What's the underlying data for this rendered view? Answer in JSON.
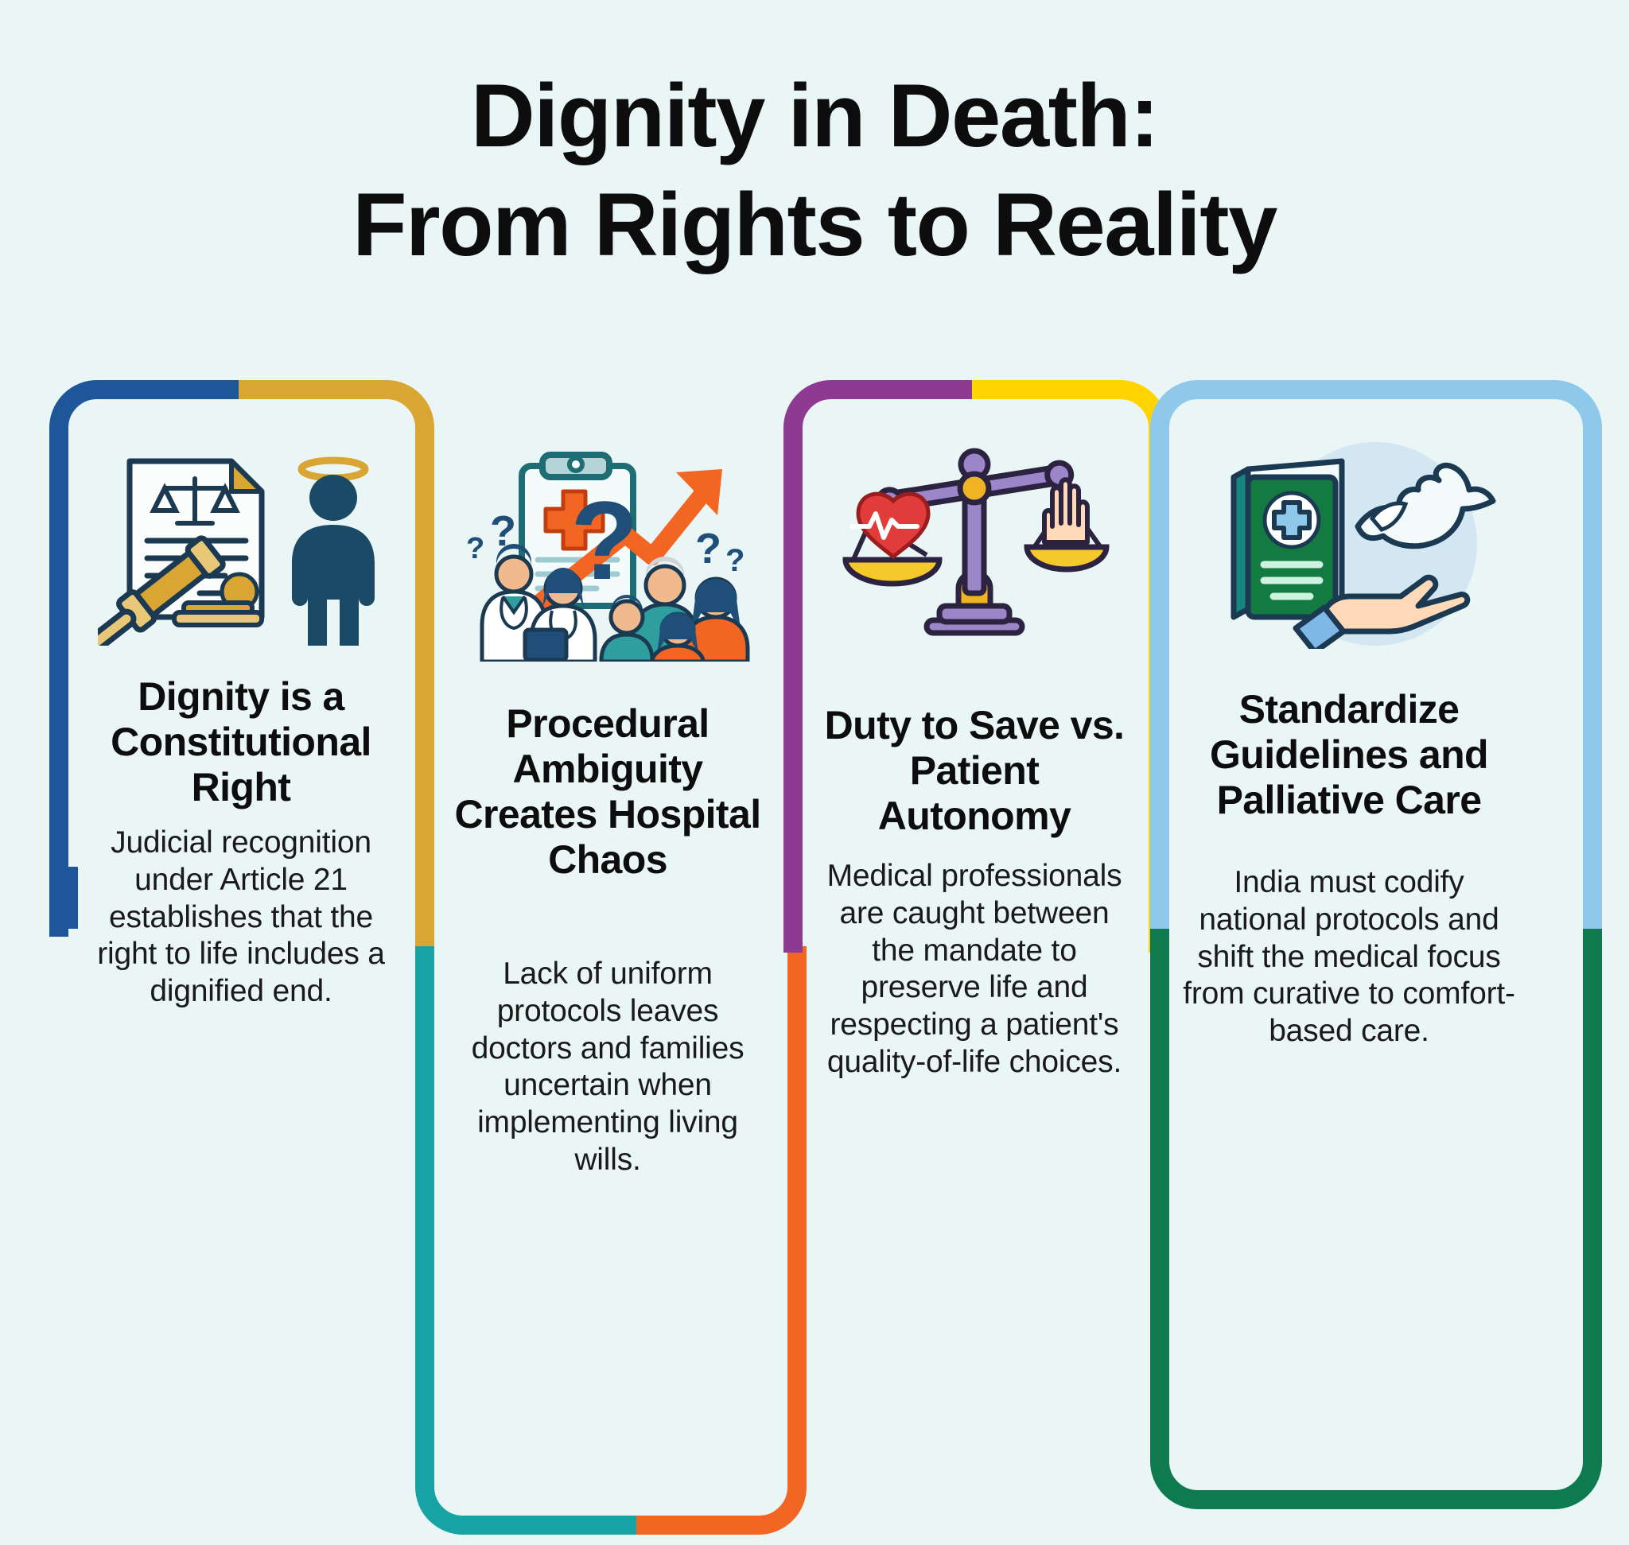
{
  "page": {
    "background_color": "#eaf6f5",
    "title_line_1": "Dignity in Death:",
    "title_line_2": "From Rights to Reality"
  },
  "cards": [
    {
      "id": "constitutional-right",
      "title": "Dignity is a Constitutional Right",
      "body": "Judicial recognition under Article 21 establishes that the right to life includes a dignified end.",
      "icon_name": "legal-document-gavel-person-icon",
      "border_top_color": "#1e5799",
      "border_bottom_color": "#d9a533"
    },
    {
      "id": "procedural-ambiguity",
      "title": "Procedural Ambiguity Creates Hospital Chaos",
      "body": "Lack of uniform protocols leaves doctors and families uncertain when implementing living wills.",
      "icon_name": "clipboard-doctors-family-question-icon",
      "border_top_color": "#d9a533",
      "border_bottom_color": "#17a3a3"
    },
    {
      "id": "duty-vs-autonomy",
      "title": "Duty to Save vs. Patient Autonomy",
      "body": "Medical professionals are caught between the mandate to preserve life and respecting a patient's quality-of-life choices.",
      "icon_name": "balance-scale-heart-hand-icon",
      "border_top_color": "#8e3a92",
      "border_bottom_color": "#f26522"
    },
    {
      "id": "standardize-guidelines",
      "title": "Standardize Guidelines and Palliative Care",
      "body": "India must codify national protocols and shift the medical focus from curative to comfort-based care.",
      "icon_name": "medical-guidebook-dove-hand-icon",
      "border_top_color": "#ffd400",
      "border_bottom_color": "#0f7a4e"
    }
  ],
  "palette": {
    "navy": "#1e5799",
    "gold": "#d9a533",
    "teal": "#17a3a3",
    "purple": "#8e3a92",
    "orange": "#f26522",
    "yellow": "#ffd400",
    "light_blue": "#8ec8ea",
    "dark_green": "#0f7a4e",
    "text": "#0d0d0d",
    "card_fill": "#f2fbfa"
  }
}
